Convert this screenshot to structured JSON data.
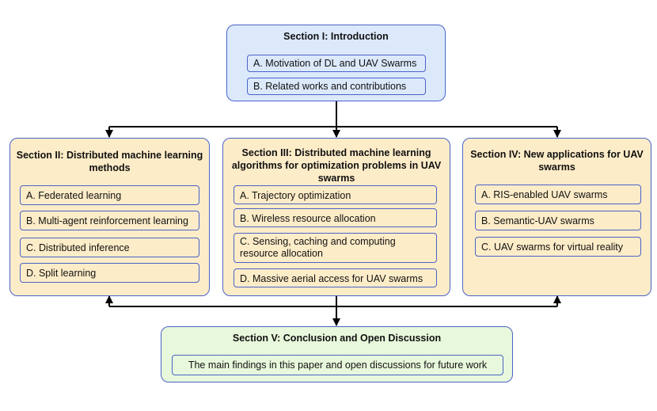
{
  "colors": {
    "border": "#4a63c8",
    "intro_fill": "#dce9fb",
    "section_fill": "#fdecc8",
    "conclusion_fill": "#e8f8dc",
    "connector": "#000000"
  },
  "intro": {
    "title": "Section I: Introduction",
    "items": [
      "A. Motivation of DL and UAV Swarms",
      "B. Related works and contributions"
    ]
  },
  "section2": {
    "title": "Section II: Distributed machine learning methods",
    "items": [
      "A. Federated learning",
      "B. Multi-agent reinforcement learning",
      "C. Distributed inference",
      "D. Split learning"
    ]
  },
  "section3": {
    "title": "Section III: Distributed machine learning algorithms for optimization problems in UAV swarms",
    "items": [
      "A. Trajectory optimization",
      "B. Wireless resource allocation",
      "C. Sensing, caching and computing resource allocation",
      "D. Massive aerial access for UAV swarms"
    ]
  },
  "section4": {
    "title": "Section IV: New applications for UAV swarms",
    "items": [
      "A. RIS-enabled UAV swarms",
      "B. Semantic-UAV swarms",
      "C. UAV swarms for virtual reality"
    ]
  },
  "conclusion": {
    "title": "Section V: Conclusion and Open Discussion",
    "items": [
      "The main findings in this paper and open discussions for future work"
    ]
  }
}
